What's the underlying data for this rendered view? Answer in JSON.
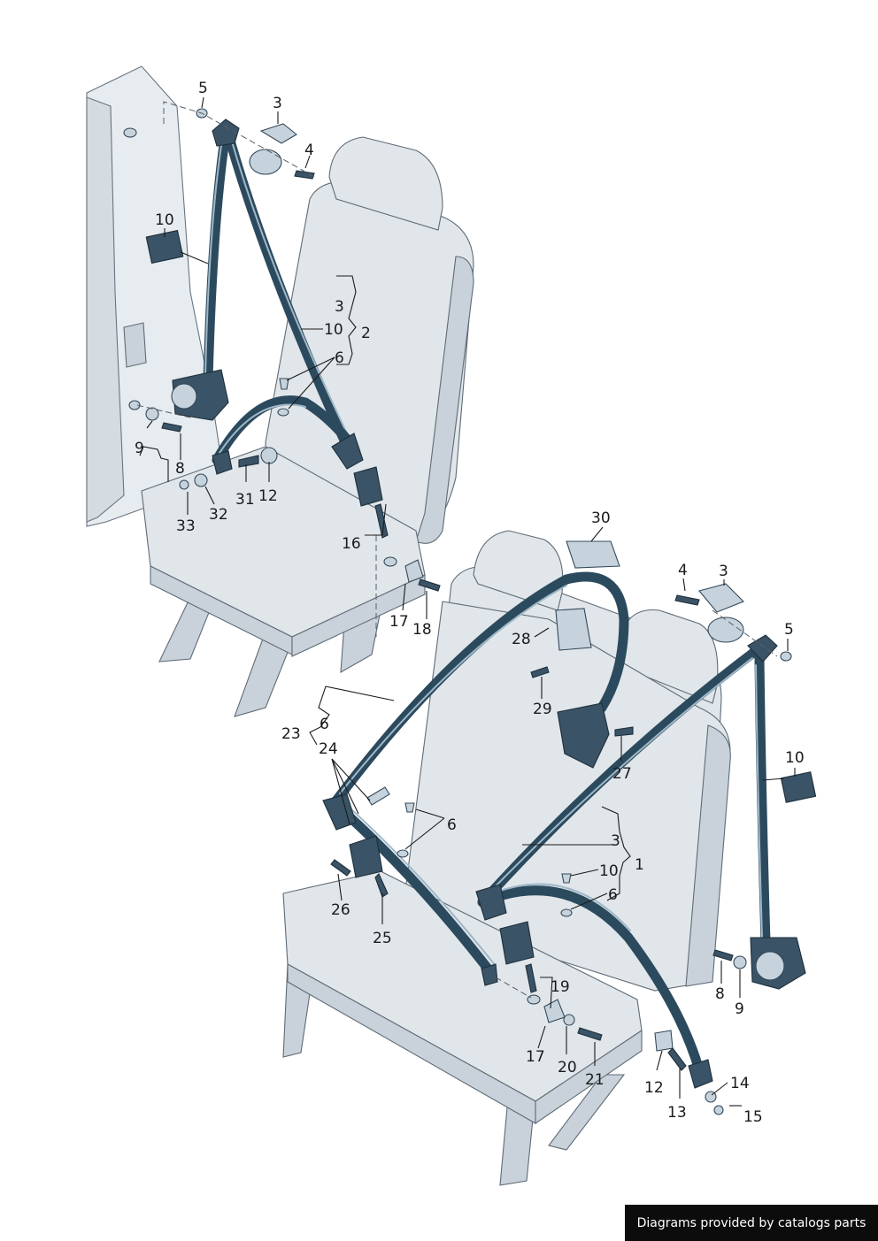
{
  "diagram": {
    "callouts": [
      {
        "id": "c5a",
        "text": "5"
      },
      {
        "id": "c3a",
        "text": "3"
      },
      {
        "id": "c4a",
        "text": "4"
      },
      {
        "id": "c10a",
        "text": "10"
      },
      {
        "id": "c3b",
        "text": "3"
      },
      {
        "id": "c10b",
        "text": "10"
      },
      {
        "id": "c2",
        "text": "2"
      },
      {
        "id": "c6a",
        "text": "6"
      },
      {
        "id": "c9a",
        "text": "9"
      },
      {
        "id": "c8a",
        "text": "8"
      },
      {
        "id": "c31",
        "text": "31"
      },
      {
        "id": "c12a",
        "text": "12"
      },
      {
        "id": "c32",
        "text": "32"
      },
      {
        "id": "c33",
        "text": "33"
      },
      {
        "id": "c16",
        "text": "16"
      },
      {
        "id": "c17a",
        "text": "17"
      },
      {
        "id": "c18",
        "text": "18"
      },
      {
        "id": "c30",
        "text": "30"
      },
      {
        "id": "c4b",
        "text": "4"
      },
      {
        "id": "c3c",
        "text": "3"
      },
      {
        "id": "c5b",
        "text": "5"
      },
      {
        "id": "c28",
        "text": "28"
      },
      {
        "id": "c29",
        "text": "29"
      },
      {
        "id": "c27",
        "text": "27"
      },
      {
        "id": "c10c",
        "text": "10"
      },
      {
        "id": "c6b",
        "text": "6"
      },
      {
        "id": "c23",
        "text": "23"
      },
      {
        "id": "c24",
        "text": "24"
      },
      {
        "id": "c6c",
        "text": "6"
      },
      {
        "id": "c3d",
        "text": "3"
      },
      {
        "id": "c1",
        "text": "1"
      },
      {
        "id": "c10d",
        "text": "10"
      },
      {
        "id": "c6d",
        "text": "6"
      },
      {
        "id": "c26",
        "text": "26"
      },
      {
        "id": "c25",
        "text": "25"
      },
      {
        "id": "c19",
        "text": "19"
      },
      {
        "id": "c17b",
        "text": "17"
      },
      {
        "id": "c20",
        "text": "20"
      },
      {
        "id": "c21",
        "text": "21"
      },
      {
        "id": "c8b",
        "text": "8"
      },
      {
        "id": "c9b",
        "text": "9"
      },
      {
        "id": "c12b",
        "text": "12"
      },
      {
        "id": "c13",
        "text": "13"
      },
      {
        "id": "c14",
        "text": "14"
      },
      {
        "id": "c15",
        "text": "15"
      }
    ]
  },
  "credit": {
    "text": "Diagrams provided by catalogs parts"
  },
  "colors": {
    "belt": "#2c4a5e",
    "seat": "#e1e6ea",
    "outline": "#5f6b76"
  }
}
